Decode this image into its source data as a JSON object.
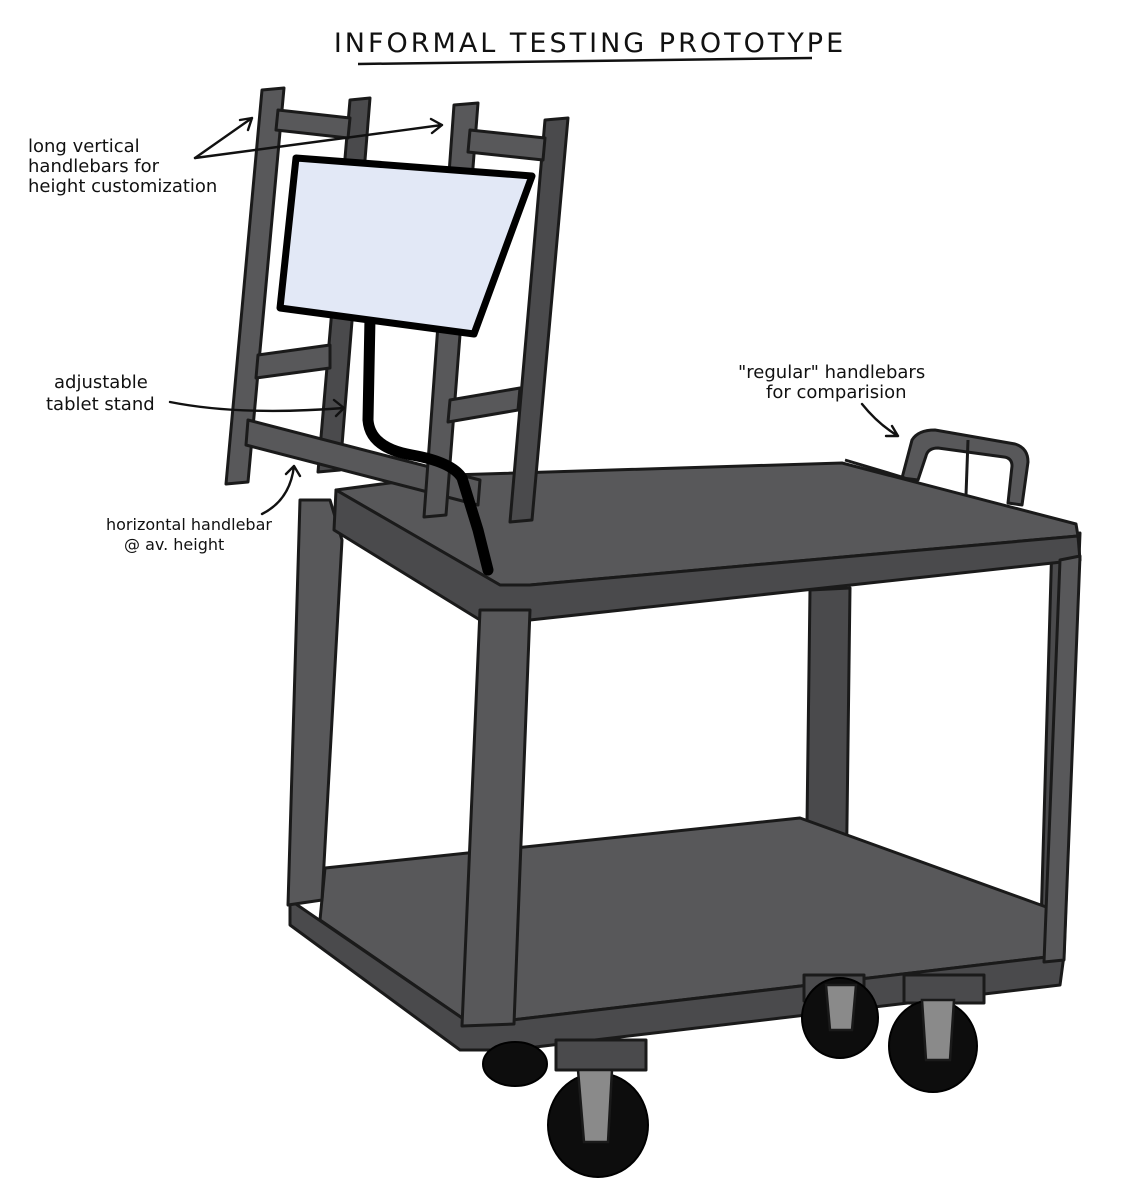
{
  "title": "INFORMAL TESTING PROTOTYPE",
  "annotations": {
    "vertical_handlebars": [
      "long vertical",
      "handlebars for",
      "height customization"
    ],
    "tablet_stand": [
      "adjustable",
      "tablet stand"
    ],
    "horizontal_handlebar": [
      "horizontal handlebar",
      "@ av. height"
    ],
    "regular_handlebars": [
      "\"regular\" handlebars",
      "for comparision"
    ]
  },
  "colors": {
    "cart_metal": "#58585a",
    "tablet_screen": "#e2e8f6",
    "wheels": "#0d0d0d",
    "caster_brackets": "#8a8a8a",
    "outline": "#1a1a1a"
  }
}
